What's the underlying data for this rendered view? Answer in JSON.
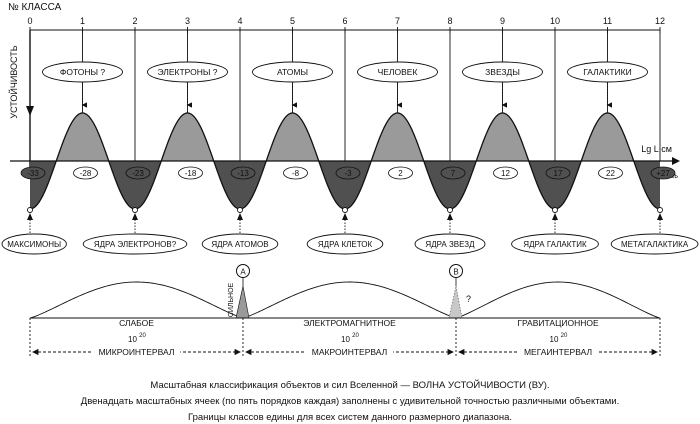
{
  "header": {
    "class_label": "№ КЛАССА",
    "class_numbers": [
      "0",
      "1",
      "2",
      "3",
      "4",
      "5",
      "6",
      "7",
      "8",
      "9",
      "10",
      "11",
      "12"
    ],
    "y_axis_label": "УСТОЙЧИВОСТЬ",
    "x_axis_label": "Lg L,см",
    "m_axis_label": "M-ось"
  },
  "top_objects": [
    "ФОТОНЫ ?",
    "ЭЛЕКТРОНЫ ?",
    "АТОМЫ",
    "ЧЕЛОВЕК",
    "ЗВЕЗДЫ",
    "ГАЛАКТИКИ"
  ],
  "axis_values": [
    "-33",
    "-28",
    "-23",
    "-18",
    "-13",
    "-8",
    "-3",
    "2",
    "7",
    "12",
    "17",
    "22",
    "+27"
  ],
  "bottom_objects": [
    "МАКСИМОНЫ",
    "ЯДРА ЭЛЕКТРОНОВ?",
    "ЯДРА АТОМОВ",
    "ЯДРА КЛЕТОК",
    "ЯДРА ЗВЕЗД",
    "ЯДРА ГАЛАКТИК",
    "МЕТАГАЛАКТИКА"
  ],
  "markers": {
    "a": "A",
    "b": "B",
    "strong": "СИЛЬНОЕ",
    "question": "?"
  },
  "forces": [
    {
      "name": "СЛАБОЕ",
      "magnitude": "10",
      "exponent": "20"
    },
    {
      "name": "ЭЛЕКТРОМАГНИТНОЕ",
      "magnitude": "10",
      "exponent": "20"
    },
    {
      "name": "ГРАВИТАЦИОННОЕ",
      "magnitude": "10",
      "exponent": "20"
    }
  ],
  "intervals": [
    "МИКРОИНТЕРВАЛ",
    "МАКРОИНТЕРВАЛ",
    "МЕГАИНТЕРВАЛ"
  ],
  "caption": {
    "line1": "Масштабная классификация объектов и сил Вселенной — ВОЛНА УСТОЙЧИВОСТИ (ВУ).",
    "line2": "Двенадцать масштабных ячеек (по пять порядков каждая) заполнены с удивительной точностью различными объектами.",
    "line3": "Границы классов едины для всех систем данного размерного диапазона."
  },
  "colors": {
    "ink": "#111111",
    "fill_dark": "#505050",
    "fill_light": "#9a9a9a"
  }
}
